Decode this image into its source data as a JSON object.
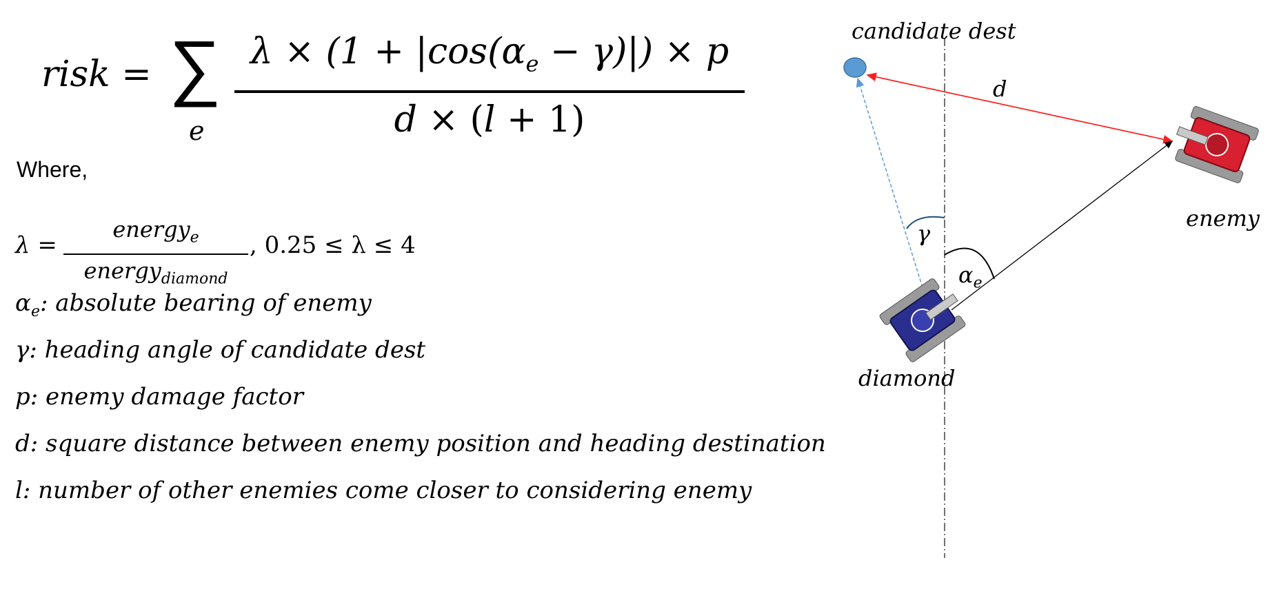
{
  "formula": {
    "lhs_var": "risk",
    "equals": "=",
    "sigma": "∑",
    "sum_index": "e",
    "numerator": "λ × (1 + |cos(α",
    "numerator_sub": "e",
    "numerator_tail": " − γ)|) × p",
    "denominator_d": "d",
    "denominator_rest": " × (",
    "denominator_l": "l",
    "denominator_tail": " + 1)"
  },
  "where_label": "Where,",
  "lambda_def": {
    "lhs": "λ =",
    "num": "energy",
    "num_sub": "e",
    "den": "energy",
    "den_sub": "diamond",
    "rhs": ", 0.25 ≤ λ ≤ 4"
  },
  "definitions": [
    {
      "symbol": "α",
      "symbol_sub": "e",
      "text": ": absolute bearing of enemy"
    },
    {
      "symbol": "γ",
      "symbol_sub": "",
      "text": ": heading angle of candidate dest"
    },
    {
      "symbol": "p",
      "symbol_sub": "",
      "text": ": enemy damage factor"
    },
    {
      "symbol": "d",
      "symbol_sub": "",
      "text": ": square distance between enemy position and heading destination"
    },
    {
      "symbol": "l",
      "symbol_sub": "",
      "text": ": number of other enemies come closer to considering enemy"
    }
  ],
  "diagram": {
    "candidate_label": "candidate dest",
    "distance_label": "d",
    "gamma_label": "γ",
    "alpha_label": "α",
    "alpha_sub": "e",
    "enemy_label": "enemy",
    "diamond_label": "diamond",
    "colors": {
      "distance_arrow": "#ff2020",
      "heading_arrow": "#5b9bd5",
      "candidate_dot": "#5b9bd5",
      "enemy_tank": "#d92030",
      "diamond_tank": "#2a2f8f",
      "axis_line": "#444444",
      "gamma_arc": "#1f4e79"
    }
  }
}
